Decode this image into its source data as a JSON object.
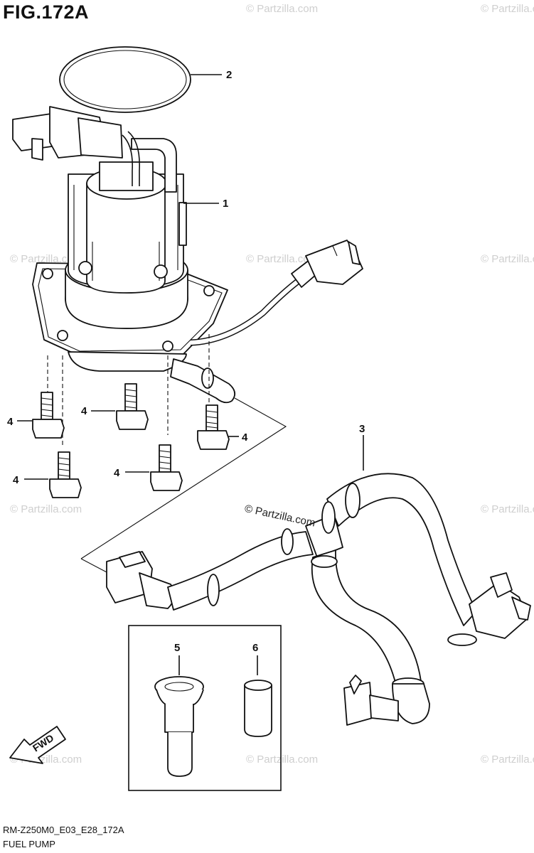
{
  "figure": {
    "title": "FIG.172A",
    "code": "RM-Z250M0_E03_E28_172A",
    "name": "FUEL PUMP"
  },
  "callouts": {
    "c1": "1",
    "c2": "2",
    "c3": "3",
    "c4a": "4",
    "c4b": "4",
    "c4c": "4",
    "c4d": "4",
    "c4e": "4",
    "c5": "5",
    "c6": "6"
  },
  "fwd_label": "FWD",
  "watermark": {
    "text": "© Partzilla.com"
  }
}
